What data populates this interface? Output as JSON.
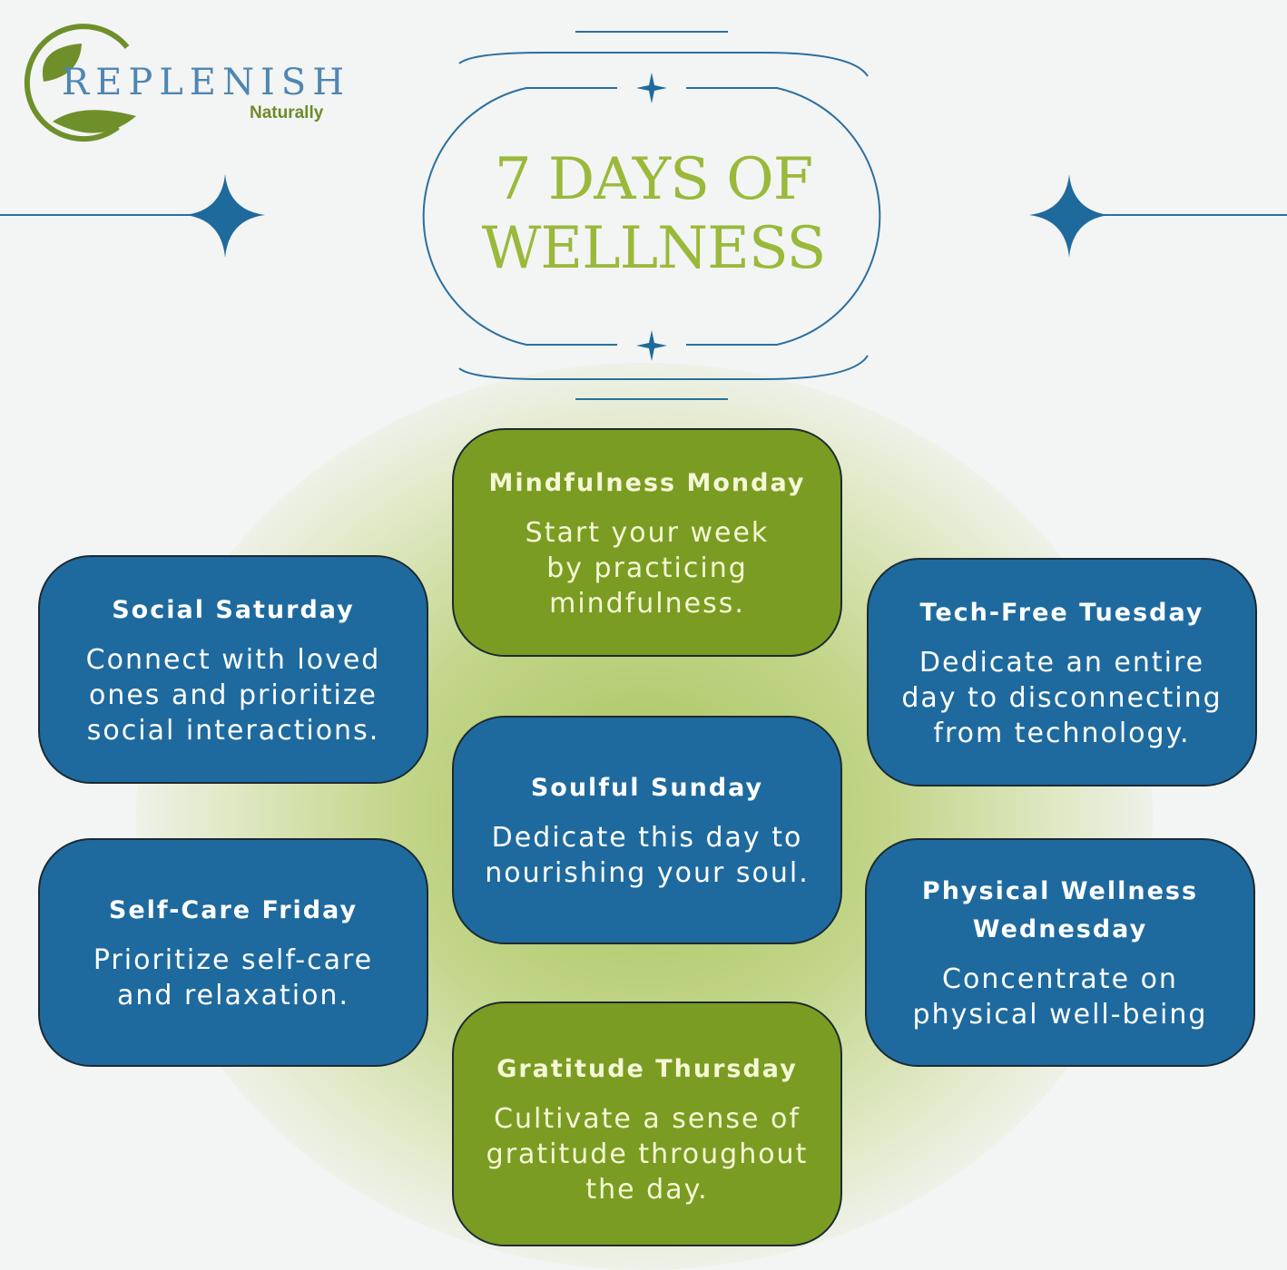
{
  "logo": {
    "name": "REPLENISH",
    "tagline": "Naturally"
  },
  "title": {
    "line1": "7 DAYS OF",
    "line2": "WELLNESS"
  },
  "days": [
    {
      "name": "Mindfulness Monday",
      "text": "Start your week by practicing mindfulness.",
      "color": "green"
    },
    {
      "name": "Tech-Free Tuesday",
      "text": "Dedicate an entire day to disconnecting from technology.",
      "color": "blue"
    },
    {
      "name": "Physical Wellness Wednesday",
      "text": "Concentrate on physical well-being",
      "color": "blue"
    },
    {
      "name": "Gratitude Thursday",
      "text": "Cultivate a sense of gratitude throughout the day.",
      "color": "green"
    },
    {
      "name": "Self-Care Friday",
      "text": "Prioritize self-care and relaxation.",
      "color": "blue"
    },
    {
      "name": "Social Saturday",
      "text": "Connect with loved ones and prioritize social interactions.",
      "color": "blue"
    },
    {
      "name": "Soulful Sunday",
      "text": "Dedicate this day to nourishing your soul.",
      "color": "blue"
    }
  ],
  "colors": {
    "green": "#7b9c22",
    "blue": "#1e6a9e",
    "title": "#9ab93a"
  }
}
